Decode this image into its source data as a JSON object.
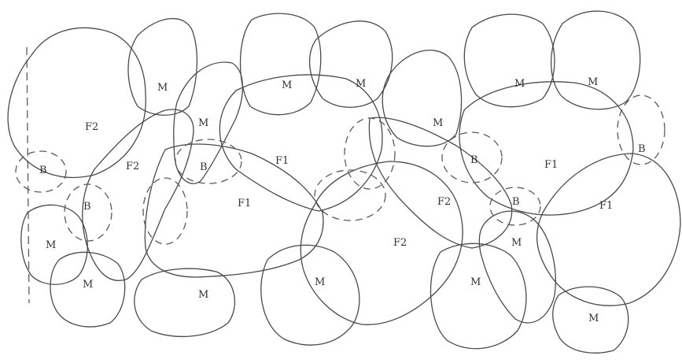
{
  "labels": {
    "F2_top_left": "F2",
    "F2_mid_left": "F2",
    "F1_center_left": "F1",
    "F1_center": "F1",
    "F1_right": "F1",
    "F1_far_right": "F1",
    "F2_center": "F2",
    "F2_center_right": "F2",
    "M_top_1": "M",
    "M_top_2": "M",
    "M_top_3": "M",
    "M_top_4": "M",
    "M_top_5": "M",
    "M_upper_left": "M",
    "M_mid": "M",
    "M_bottom_left": "M",
    "M_bottom_1": "M",
    "M_bottom_2": "M",
    "M_bottom_3": "M",
    "M_bottom_4": "M",
    "M_right_small": "M",
    "M_far_left": "M",
    "B_left": "B",
    "B_left_low": "B",
    "B_center_left": "B",
    "B_center_right": "B",
    "B_right_low": "B",
    "B_far_right": "B"
  }
}
